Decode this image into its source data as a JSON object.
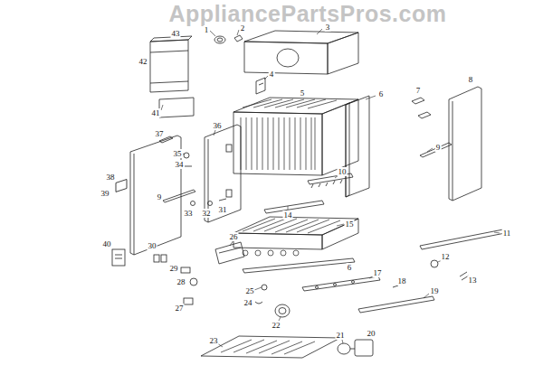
{
  "diagram": {
    "labels": [
      "AppliancePartsPros.com",
      "1",
      "2",
      "3",
      "43",
      "42",
      "4",
      "5",
      "6",
      "7",
      "8",
      "41",
      "37",
      "36",
      "35",
      "34",
      "38",
      "39",
      "9",
      "9",
      "10",
      "33",
      "32",
      "31",
      "40",
      "14",
      "15",
      "11",
      "30",
      "26",
      "12",
      "29",
      "28",
      "6",
      "17",
      "13",
      "18",
      "19",
      "25",
      "24",
      "27",
      "22",
      "21",
      "20",
      "23"
    ]
  }
}
